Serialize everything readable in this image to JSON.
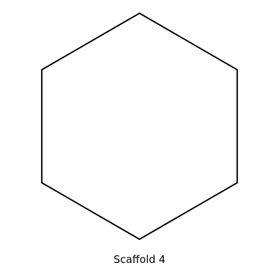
{
  "caption": "Scaffold 4",
  "structure": {
    "ring": "cyclohexane",
    "atom_count": 6,
    "bonds": [
      {
        "from": 0,
        "to": 1,
        "order": 1
      },
      {
        "from": 1,
        "to": 2,
        "order": 1
      },
      {
        "from": 2,
        "to": 3,
        "order": 1
      },
      {
        "from": 3,
        "to": 4,
        "order": 1
      },
      {
        "from": 4,
        "to": 5,
        "order": 1
      },
      {
        "from": 5,
        "to": 0,
        "order": 1
      }
    ]
  },
  "colors": {
    "background": "#ffffff",
    "bond": "#000000",
    "text": "#000000"
  }
}
